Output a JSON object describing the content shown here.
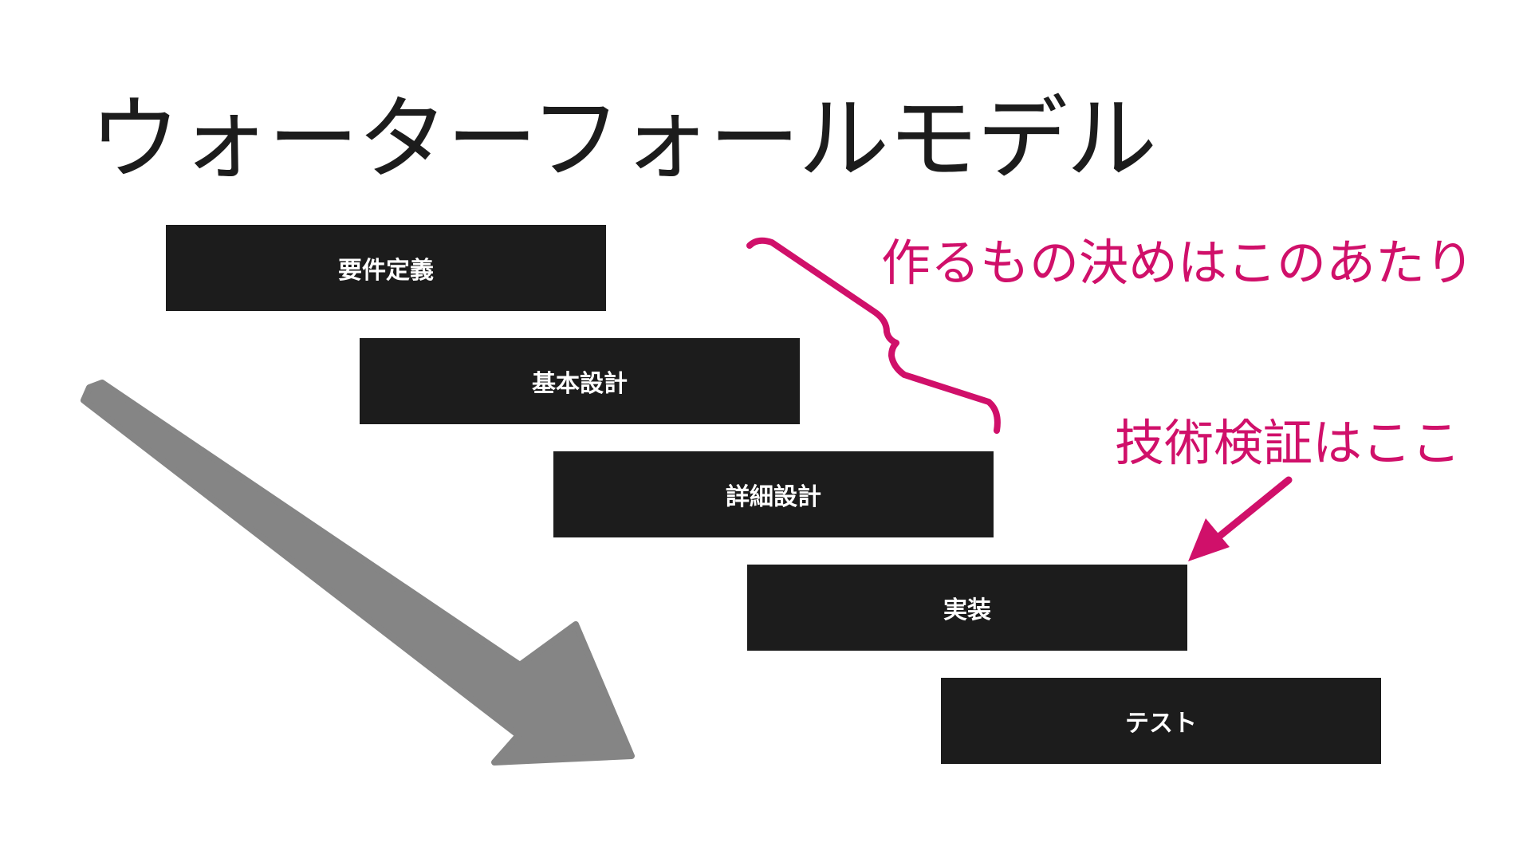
{
  "title": "ウォーターフォールモデル",
  "steps": [
    {
      "label": "要件定義"
    },
    {
      "label": "基本設計"
    },
    {
      "label": "詳細設計"
    },
    {
      "label": "実装"
    },
    {
      "label": "テスト"
    }
  ],
  "annotations": {
    "requirements_note": "作るもの決めはこのあたり",
    "tech_note": "技術検証はここ"
  },
  "colors": {
    "step_fill": "#1c1c1c",
    "accent": "#d0106a",
    "flow_arrow": "#858585",
    "title_text": "#1c1c1c"
  },
  "icons": {
    "flow_arrow": "flow-direction-arrow-icon",
    "brace": "curly-brace-icon",
    "pointer": "pointer-arrow-icon"
  }
}
